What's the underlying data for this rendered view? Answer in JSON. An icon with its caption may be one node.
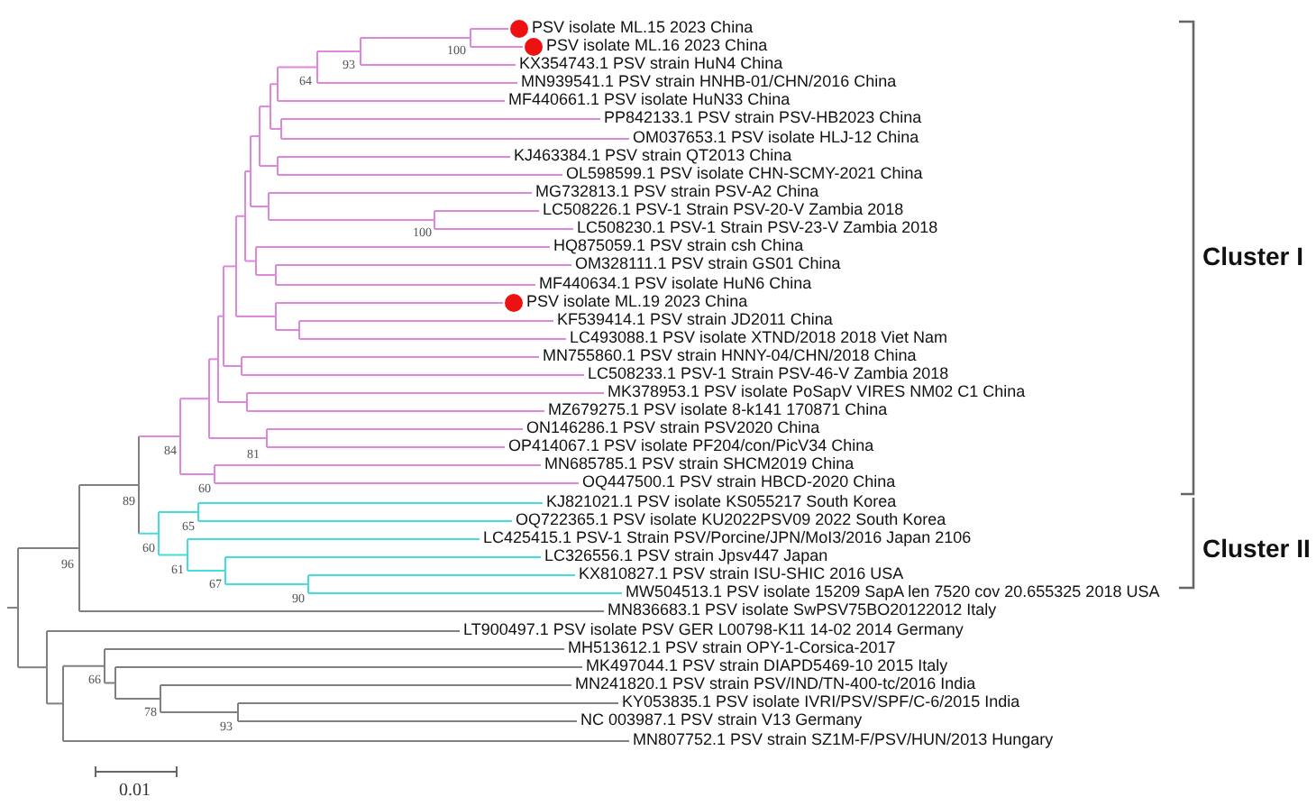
{
  "diagram": {
    "labels": [
      "PSV isolate ML.15 2023 China",
      "PSV isolate ML.16 2023 China",
      "KX354743.1 PSV strain HuN4 China",
      "MN939541.1 PSV strain HNHB-01/CHN/2016 China",
      "MF440661.1 PSV isolate HuN33 China",
      "PP842133.1 PSV strain PSV-HB2023 China",
      "OM037653.1 PSV isolate HLJ-12 China",
      "KJ463384.1 PSV strain QT2013 China",
      "OL598599.1 PSV isolate CHN-SCMY-2021 China",
      "MG732813.1 PSV strain PSV-A2 China",
      "LC508226.1 PSV-1 Strain PSV-20-V Zambia 2018",
      "LC508230.1 PSV-1 Strain PSV-23-V Zambia 2018",
      "HQ875059.1 PSV strain csh China",
      "OM328111.1 PSV strain GS01 China",
      "MF440634.1 PSV isolate HuN6 China",
      "PSV isolate ML.19 2023 China",
      "KF539414.1 PSV strain JD2011 China",
      "LC493088.1 PSV isolate XTND/2018 2018 Viet Nam",
      "MN755860.1 PSV strain HNNY-04/CHN/2018 China",
      "LC508233.1 PSV-1 Strain PSV-46-V Zambia 2018",
      "MK378953.1 PSV isolate PoSapV VIRES NM02 C1 China",
      "MZ679275.1 PSV isolate 8-k141 170871 China",
      "ON146286.1 PSV strain PSV2020 China",
      "OP414067.1 PSV isolate PF204/con/PicV34 China",
      "MN685785.1 PSV strain SHCM2019 China",
      "OQ447500.1 PSV strain HBCD-2020 China",
      "KJ821021.1 PSV isolate KS055217 South Korea",
      "OQ722365.1 PSV isolate KU2022PSV09 2022 South Korea",
      "LC425415.1 PSV-1 Strain PSV/Porcine/JPN/MoI3/2016 Japan 2106",
      "LC326556.1 PSV strain Jpsv447 Japan",
      "KX810827.1 PSV strain ISU-SHIC 2016 USA",
      "MW504513.1 PSV isolate 15209 SapA len 7520 cov 20.655325 2018 USA",
      "MN836683.1 PSV isolate SwPSV75BO20122012 Italy",
      "LT900497.1 PSV isolate PSV GER L00798-K11 14-02 2014 Germany",
      "MH513612.1 PSV strain OPY-1-Corsica-2017",
      "MK497044.1 PSV strain DIAPD5469-10 2015 Italy",
      "MN241820.1 PSV strain PSV/IND/TN-400-tc/2016 India",
      "KY053835.1 PSV isolate IVRI/PSV/SPF/C-6/2015 India",
      "NC 003987.1 PSV strain V13 Germany",
      "MN807752.1 PSV strain SZ1M-F/PSV/HUN/2013 Hungary",
      "Cluster I",
      "Cluster II",
      "100",
      "93",
      "64",
      "100",
      "84",
      "81",
      "60",
      "89",
      "65",
      "60",
      "96",
      "61",
      "67",
      "90",
      "66",
      "78",
      "93",
      "0.01"
    ]
  }
}
